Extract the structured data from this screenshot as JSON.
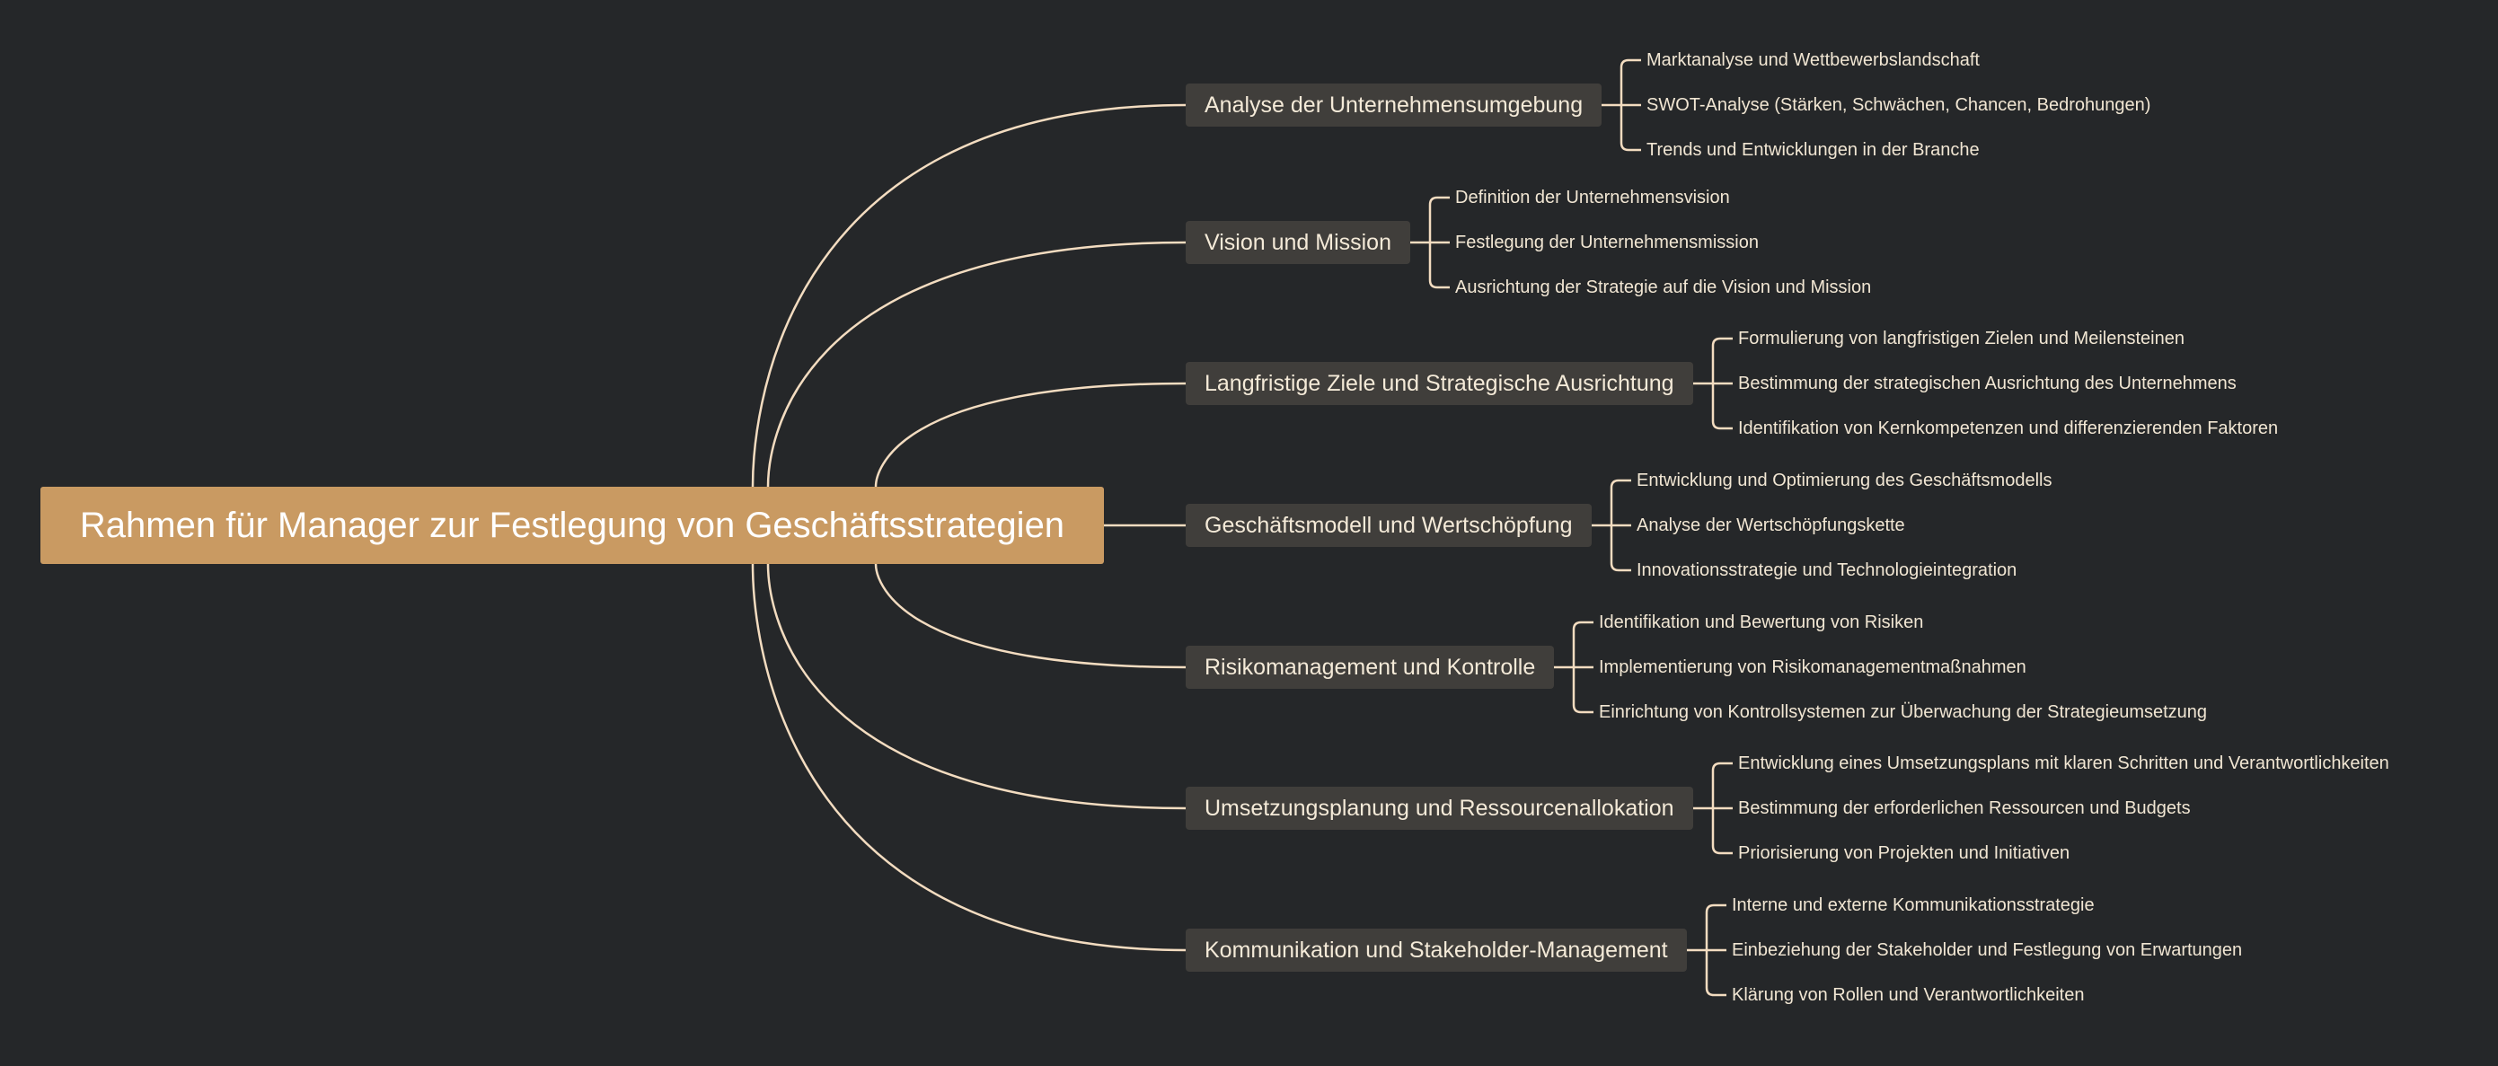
{
  "mindmap": {
    "root": "Rahmen für Manager zur Festlegung von Geschäftsstrategien",
    "branches": [
      {
        "label": "Analyse der Unternehmensumgebung",
        "children": [
          "Marktanalyse und Wettbewerbslandschaft",
          "SWOT-Analyse (Stärken, Schwächen, Chancen, Bedrohungen)",
          "Trends und Entwicklungen in der Branche"
        ]
      },
      {
        "label": "Vision und Mission",
        "children": [
          "Definition der Unternehmensvision",
          "Festlegung der Unternehmensmission",
          "Ausrichtung der Strategie auf die Vision und Mission"
        ]
      },
      {
        "label": "Langfristige Ziele und Strategische Ausrichtung",
        "children": [
          "Formulierung von langfristigen Zielen und Meilensteinen",
          "Bestimmung der strategischen Ausrichtung des Unternehmens",
          "Identifikation von Kernkompetenzen und differenzierenden Faktoren"
        ]
      },
      {
        "label": "Geschäftsmodell und Wertschöpfung",
        "children": [
          "Entwicklung und Optimierung des Geschäftsmodells",
          "Analyse der Wertschöpfungskette",
          "Innovationsstrategie und Technologieintegration"
        ]
      },
      {
        "label": "Risikomanagement und Kontrolle",
        "children": [
          "Identifikation und Bewertung von Risiken",
          "Implementierung von Risikomanagementmaßnahmen",
          "Einrichtung von Kontrollsystemen zur Überwachung der Strategieumsetzung"
        ]
      },
      {
        "label": "Umsetzungsplanung und Ressourcenallokation",
        "children": [
          "Entwicklung eines Umsetzungsplans mit klaren Schritten und Verantwortlichkeiten",
          "Bestimmung der erforderlichen Ressourcen und Budgets",
          "Priorisierung von Projekten und Initiativen"
        ]
      },
      {
        "label": "Kommunikation und Stakeholder-Management",
        "children": [
          "Interne und externe Kommunikationsstrategie",
          "Einbeziehung der Stakeholder und Festlegung von Erwartungen",
          "Klärung von Rollen und Verantwortlichkeiten"
        ]
      }
    ]
  },
  "colors": {
    "background": "#252729",
    "root_fill": "#c99a62",
    "branch_fill": "#403e3b",
    "connector": "#f3dcc0",
    "text": "#f4ead8"
  }
}
